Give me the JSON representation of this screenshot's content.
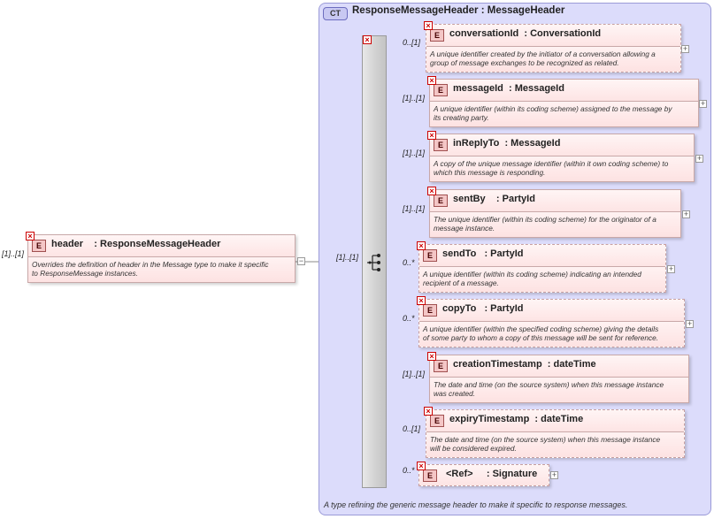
{
  "complex_type": {
    "badge": "CT",
    "title": "ResponseMessageHeader  : MessageHeader",
    "documentation": "A type refining the generic message header to make it specific to response messages."
  },
  "root": {
    "cardinality": "[1]..[1]",
    "name": "header    : ResponseMessageHeader",
    "documentation_lines": [
      "Overrides the definition of header in the Message type to make it specific",
      "to ResponseMessage instances."
    ],
    "sequence_cardinality": "[1]..[1]"
  },
  "element_badge": "E",
  "elements": [
    {
      "cardinality": "0..[1]",
      "name": "conversationId  : ConversationId",
      "doc": [
        "A unique identifier created by the initiator of a conversation allowing a",
        "group of message exchanges to be recognized as related."
      ]
    },
    {
      "cardinality": "[1]..[1]",
      "name": "messageId  : MessageId",
      "doc": [
        "A unique identifier (within its coding scheme) assigned to the message by",
        "its creating party."
      ]
    },
    {
      "cardinality": "[1]..[1]",
      "name": "inReplyTo  : MessageId",
      "doc": [
        "A copy of the unique message identifier (within it own coding scheme) to",
        "which this message is responding."
      ]
    },
    {
      "cardinality": "[1]..[1]",
      "name": "sentBy    : PartyId",
      "doc": [
        "The unique identifier (within its coding scheme) for the originator of a",
        "message instance."
      ]
    },
    {
      "cardinality": "0..*",
      "name": "sendTo   : PartyId",
      "doc": [
        "A unique identifier (within its coding scheme) indicating an intended",
        "recipient of a message."
      ]
    },
    {
      "cardinality": "0..*",
      "name": "copyTo   : PartyId",
      "doc": [
        "A unique identifier (within the specified coding scheme) giving the details",
        "of some party to whom a copy of this message will be sent for reference."
      ]
    },
    {
      "cardinality": "[1]..[1]",
      "name": "creationTimestamp  : dateTime",
      "doc": [
        "The date and time (on the source system) when this message instance",
        "was created."
      ]
    },
    {
      "cardinality": "0..[1]",
      "name": "expiryTimestamp  : dateTime",
      "doc": [
        "The date and time (on the source system) when this message instance",
        "will be considered expired."
      ]
    },
    {
      "cardinality": "0..*",
      "name": "<Ref>     : Signature",
      "doc": []
    }
  ]
}
